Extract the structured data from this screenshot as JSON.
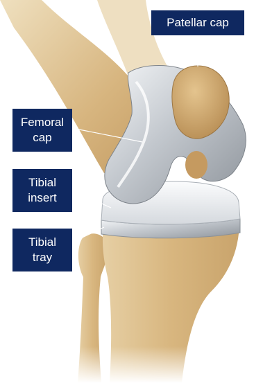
{
  "labels": {
    "patellar_cap": "Patellar cap",
    "femoral_cap": {
      "line1": "Femoral",
      "line2": "cap"
    },
    "tibial_insert": {
      "line1": "Tibial",
      "line2": "insert"
    },
    "tibial_tray": {
      "line1": "Tibial",
      "line2": "tray"
    }
  },
  "colors": {
    "label_bg": "#0f2860",
    "label_text": "#ffffff",
    "bone": "#d9b98a",
    "metal": "#c8cdd3",
    "leader": "#ffffff"
  }
}
